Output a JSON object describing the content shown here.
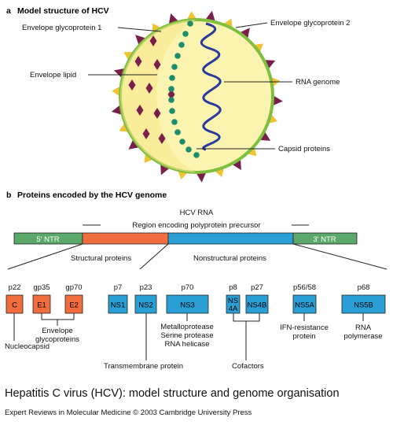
{
  "section_a": {
    "letter": "a",
    "heading": "Model structure of HCV",
    "labels": {
      "env_glyco1": "Envelope glycoprotein 1",
      "env_glyco2": "Envelope glycoprotein 2",
      "env_lipid": "Envelope lipid",
      "rna_genome": "RNA genome",
      "capsid": "Capsid proteins"
    }
  },
  "section_b": {
    "letter": "b",
    "heading": "Proteins encoded by the HCV genome",
    "hcv_rna": "HCV RNA",
    "region_label": "Region encoding polyprotein precursor",
    "ntr5": "5' NTR",
    "ntr3": "3' NTR",
    "structural": "Structural proteins",
    "nonstructural": "Nonstructural proteins",
    "proteins": [
      {
        "mass": "p22",
        "name": "C",
        "color": "#f26d3d"
      },
      {
        "mass": "gp35",
        "name": "E1",
        "color": "#f26d3d"
      },
      {
        "mass": "gp70",
        "name": "E2",
        "color": "#f26d3d"
      },
      {
        "mass": "p7",
        "name": "NS1",
        "color": "#2a9fd6"
      },
      {
        "mass": "p23",
        "name": "NS2",
        "color": "#2a9fd6"
      },
      {
        "mass": "p70",
        "name": "NS3",
        "color": "#2a9fd6"
      },
      {
        "mass": "p8",
        "name": "NS4A",
        "line1": "NS",
        "line2": "4A",
        "color": "#2a9fd6"
      },
      {
        "mass": "p27",
        "name": "NS4B",
        "color": "#2a9fd6"
      },
      {
        "mass": "p56/58",
        "name": "NS5A",
        "color": "#2a9fd6"
      },
      {
        "mass": "p68",
        "name": "NS5B",
        "color": "#2a9fd6"
      }
    ],
    "functions": {
      "nucleocapsid": "Nucleocapsid",
      "envelope_glyco": [
        "Envelope",
        "glycoproteins"
      ],
      "transmembrane": "Transmembrane protein",
      "ns3_roles": [
        "Metalloprotease",
        "Serine protease",
        "RNA helicase"
      ],
      "cofactors": "Cofactors",
      "ifn": [
        "IFN-resistance",
        "protein"
      ],
      "rna_pol": [
        "RNA",
        "polymerase"
      ]
    }
  },
  "caption": {
    "title": "Hepatitis C virus (HCV): model structure and genome organisation",
    "credit": "Expert Reviews in Molecular Medicine © 2003 Cambridge University Press"
  },
  "colors": {
    "ntr_green": "#5aa86a",
    "structural_orange": "#f26d3d",
    "nonstructural_blue": "#2a9fd6",
    "virus_fill": "#fbf4b0",
    "envelope_ring": "#7fbf3f",
    "spike_yellow": "#f1c232",
    "spike_maroon": "#7a1f4b",
    "capsid_green": "#1d8c6a",
    "rna_blue": "#2a3a9c"
  }
}
